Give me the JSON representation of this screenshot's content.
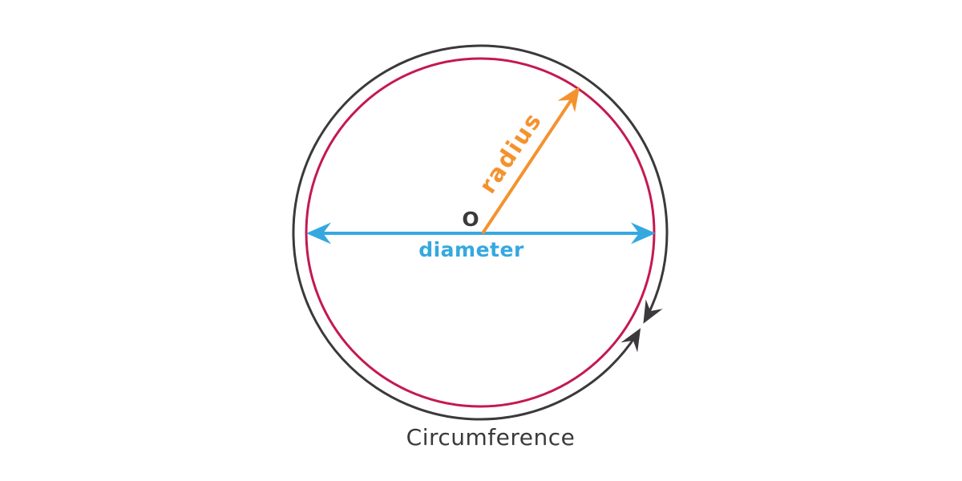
{
  "diagram": {
    "center_label": "O",
    "radius_label": "radius",
    "diameter_label": "diameter",
    "circumference_label": "Circumference"
  },
  "colors": {
    "outline_dark": "#3b393b",
    "inner_circle_red": "#c4194f",
    "diameter_blue": "#35a8e0",
    "radius_orange": "#f4922e",
    "label_dark": "#3b393b"
  }
}
